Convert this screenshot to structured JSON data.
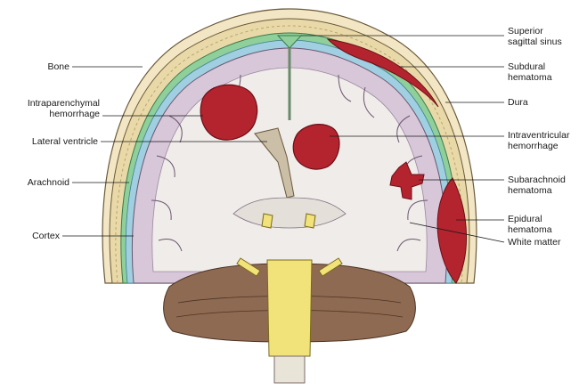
{
  "colors": {
    "skin": "#f3e6c4",
    "bone": "#e9d9a8",
    "dura": "#8fcf9a",
    "arachnoid": "#9fcfe0",
    "cortex": "#d8c6d9",
    "white_matter": "#f0ecea",
    "blood": "#b3242f",
    "brainstem": "#f2e27a",
    "cerebellum": "#8f6a52"
  },
  "labels": {
    "left": [
      {
        "id": "bone",
        "text": "Bone"
      },
      {
        "id": "intraparenchymal",
        "text": "Intraparenchymal\nhemorrhage"
      },
      {
        "id": "lateral-ventricle",
        "text": "Lateral ventricle"
      },
      {
        "id": "arachnoid",
        "text": "Arachnoid"
      },
      {
        "id": "cortex",
        "text": "Cortex"
      }
    ],
    "right": [
      {
        "id": "superior-sagittal-sinus",
        "text": "Superior\nsagittal sinus"
      },
      {
        "id": "subdural-hematoma",
        "text": "Subdural\nhematoma"
      },
      {
        "id": "dura",
        "text": "Dura"
      },
      {
        "id": "intraventricular",
        "text": "Intraventricular\nhemorrhage"
      },
      {
        "id": "subarachnoid-hematoma",
        "text": "Subarachnoid\nhematoma"
      },
      {
        "id": "epidural-hematoma",
        "text": "Epidural\nhematoma"
      },
      {
        "id": "white-matter",
        "text": "White matter"
      }
    ]
  }
}
